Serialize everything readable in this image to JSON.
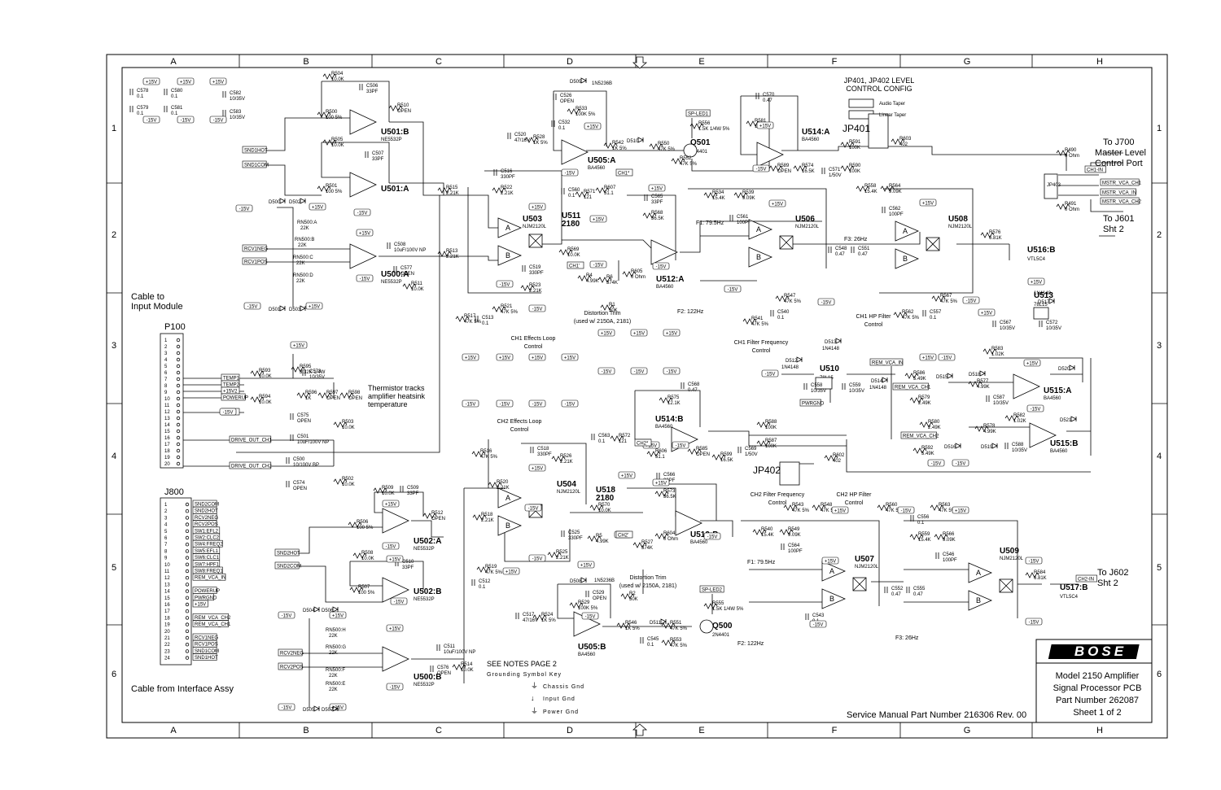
{
  "frame": {
    "columns": [
      "A",
      "B",
      "C",
      "D",
      "E",
      "F",
      "G",
      "H"
    ],
    "rows": [
      "1",
      "2",
      "3",
      "4",
      "5",
      "6"
    ]
  },
  "title_block": {
    "logo": "BOSE",
    "line1": "Model 2150 Amplifier",
    "line2": "Signal Processor PCB",
    "line3": "Part Number 262087",
    "line4": "Sheet 1 of 2",
    "service_manual": "Service Manual Part Number 216306 Rev. 00"
  },
  "notes": {
    "see_notes": "SEE NOTES PAGE 2",
    "ground_key": "Grounding Symbol Key",
    "chassis": "Chassis Gnd",
    "input": "Input Gnd",
    "power": "Power Gnd"
  },
  "connectors": {
    "p100": "P100",
    "j800": "J800",
    "cable_input": [
      "Cable to",
      "Input Module"
    ],
    "cable_interface": "Cable from Interface Assy",
    "to_j700": [
      "To J700",
      "Master Level",
      "Control Port"
    ],
    "to_j601": [
      "To J601",
      "Sht 2"
    ],
    "to_j602": [
      "To J602",
      "Sht 2"
    ],
    "thermistor": [
      "Thermistor tracks",
      "amplifier heatsink",
      "temperature"
    ],
    "jp_config": [
      "JP401, JP402 LEVEL",
      "CONTROL CONFIG"
    ],
    "audio_taper": "Audio Taper",
    "linear_taper": "Linear Taper",
    "jp401": "JP401",
    "jp402": "JP402",
    "jp403": "JP403"
  },
  "p100_pins": [
    "1",
    "2",
    "3",
    "4",
    "5",
    "6",
    "7",
    "8",
    "9",
    "10",
    "11",
    "12",
    "13",
    "14",
    "15",
    "16",
    "17",
    "18",
    "19",
    "20"
  ],
  "j800_pins": [
    "1",
    "2",
    "3",
    "4",
    "5",
    "6",
    "7",
    "8",
    "9",
    "10",
    "11",
    "12",
    "13",
    "14",
    "15",
    "16",
    "17",
    "18",
    "19",
    "20",
    "21",
    "22",
    "23",
    "24"
  ],
  "p100_nets": [
    "TEMP1",
    "TEMP2",
    "+15V2",
    "POWERUP",
    "-15V2",
    "DRIVE_OUT_CH1",
    "DRIVE_OUT_CH2"
  ],
  "j800_nets": [
    "SND2COM",
    "SND2HOT",
    "RCV2NEG",
    "RCV2POS",
    "SW1:EFL2",
    "SW2:CLC2",
    "SW4:FREQ2",
    "SW5:EFL1",
    "SW6:CLC1",
    "SW7:HPF1",
    "SW8:FREQ1",
    "REM_VCA_IN",
    "POWERUP",
    "PWRGND",
    "+15V",
    "REM_VCA_CH2",
    "REM_VCA_CH1",
    "RCV1NEG",
    "RCV1POS",
    "SND1COM",
    "SND1HOT"
  ],
  "opamps": [
    {
      "ref": "U501:B",
      "part": "NE5532P"
    },
    {
      "ref": "U501:A",
      "part": ""
    },
    {
      "ref": "U500:A",
      "part": "NE5532P"
    },
    {
      "ref": "U502:A",
      "part": "NE5532P"
    },
    {
      "ref": "U502:B",
      "part": "NE5532P"
    },
    {
      "ref": "U500:B",
      "part": "NE5532P"
    },
    {
      "ref": "U505:A",
      "part": "BA4560"
    },
    {
      "ref": "U505:B",
      "part": "BA4560"
    },
    {
      "ref": "U512:A",
      "part": "BA4560"
    },
    {
      "ref": "U512:B",
      "part": "BA4560"
    },
    {
      "ref": "U514:A",
      "part": "BA4560"
    },
    {
      "ref": "U514:B",
      "part": "BA4560"
    },
    {
      "ref": "U515:A",
      "part": "BA4560"
    },
    {
      "ref": "U515:B",
      "part": "BA4560"
    }
  ],
  "vca": [
    {
      "ref": "U503",
      "part": "NJM2120L"
    },
    {
      "ref": "U504",
      "part": "NJM2120L"
    },
    {
      "ref": "U506",
      "part": "NJM2120L"
    },
    {
      "ref": "U507",
      "part": "NJM2120L"
    },
    {
      "ref": "U508",
      "part": "NJM2120L"
    },
    {
      "ref": "U509",
      "part": "NJM2120L"
    }
  ],
  "misc_ics": [
    {
      "ref": "U511",
      "part": "2180"
    },
    {
      "ref": "U518",
      "part": "2180"
    },
    {
      "ref": "U510",
      "part": "78L15"
    },
    {
      "ref": "U513",
      "part": "78L15"
    },
    {
      "ref": "U516:B",
      "part": "VTL5C4"
    },
    {
      "ref": "U517:B",
      "part": "VTL5C4"
    },
    {
      "ref": "Q501",
      "part": "2N4401"
    },
    {
      "ref": "Q500",
      "part": "2N4401"
    }
  ],
  "section_labels": {
    "ch1_loop": [
      "CH1 Effects Loop",
      "Control"
    ],
    "ch2_loop": [
      "CH2 Effects Loop",
      "Control"
    ],
    "ch1_filter": [
      "CH1 Filter Frequency",
      "Control"
    ],
    "ch2_filter": [
      "CH2 Filter Frequency",
      "Control"
    ],
    "ch1_hp": [
      "CH1 HP Filter",
      "Control"
    ],
    "ch2_hp": [
      "CH2 HP Filter",
      "Control"
    ],
    "dist1": [
      "Distortion Trim",
      "(used w/ 2150A, 2181)"
    ],
    "dist2": [
      "Distortion Trim",
      "(used w/ 2150A, 2181)"
    ],
    "f1_a": "F1: 79.5Hz",
    "f2_a": "F2: 122Hz",
    "f3_a": "F3: 26Hz",
    "f1_b": "F1: 79.5Hz",
    "f2_b": "F2: 122Hz",
    "f3_b": "F3: 26Hz"
  },
  "components": [
    {
      "ref": "R504",
      "val": "10.0K"
    },
    {
      "ref": "C506",
      "val": "33PF"
    },
    {
      "ref": "R500",
      "val": "100 5%"
    },
    {
      "ref": "R510",
      "val": "OPEN"
    },
    {
      "ref": "R505",
      "val": "10.0K"
    },
    {
      "ref": "C507",
      "val": "33PF"
    },
    {
      "ref": "R501",
      "val": "100 5%"
    },
    {
      "ref": "R515",
      "val": "2.21K"
    },
    {
      "ref": "R513",
      "val": "2.21K"
    },
    {
      "ref": "C508",
      "val": "10uF/100V NP"
    },
    {
      "ref": "C577",
      "val": "OPEN"
    },
    {
      "ref": "R511",
      "val": "10.0K"
    },
    {
      "ref": "C516",
      "val": "330PF"
    },
    {
      "ref": "R522",
      "val": "2.21K"
    },
    {
      "ref": "C519",
      "val": "330PF"
    },
    {
      "ref": "R523",
      "val": "2.21K"
    },
    {
      "ref": "R521",
      "val": "47K 5%"
    },
    {
      "ref": "R517",
      "val": "47K 5%"
    },
    {
      "ref": "C513",
      "val": "0.1"
    },
    {
      "ref": "R528",
      "val": "1K 5%"
    },
    {
      "ref": "C520",
      "val": "47/16V"
    },
    {
      "ref": "R533",
      "val": "100K 5%"
    },
    {
      "ref": "C526",
      "val": "OPEN"
    },
    {
      "ref": "C532",
      "val": "0.1"
    },
    {
      "ref": "R542",
      "val": "1K 5%"
    },
    {
      "ref": "R550",
      "val": "47K 5%"
    },
    {
      "ref": "R552",
      "val": "47K 5%"
    },
    {
      "ref": "R556",
      "val": "1.5K 1/4W 5%"
    },
    {
      "ref": "C560",
      "val": "0.1"
    },
    {
      "ref": "R571",
      "val": "121"
    },
    {
      "ref": "R607",
      "val": "51.1"
    },
    {
      "ref": "R569",
      "val": "10.0K"
    },
    {
      "ref": "R4",
      "val": "4.99K"
    },
    {
      "ref": "R6",
      "val": "374K"
    },
    {
      "ref": "R1",
      "val": "50K"
    },
    {
      "ref": "C565",
      "val": "33PF"
    },
    {
      "ref": "R568",
      "val": "36.5K"
    },
    {
      "ref": "R605",
      "val": "0 Ohm"
    },
    {
      "ref": "R534",
      "val": "15.4K"
    },
    {
      "ref": "R539",
      "val": "9.09K"
    },
    {
      "ref": "C561",
      "val": "100PF"
    },
    {
      "ref": "R547",
      "val": "47K 5%"
    },
    {
      "ref": "R541",
      "val": "47K 5%"
    },
    {
      "ref": "C540",
      "val": "0.1"
    },
    {
      "ref": "C570",
      "val": "0.47"
    },
    {
      "ref": "R581",
      "val": "12.1K"
    },
    {
      "ref": "R589",
      "val": "OPEN"
    },
    {
      "ref": "R574",
      "val": "16.5K"
    },
    {
      "ref": "C571",
      "val": "1/50V"
    },
    {
      "ref": "R591",
      "val": "100K"
    },
    {
      "ref": "R590",
      "val": "100K"
    },
    {
      "ref": "R603",
      "val": "402"
    },
    {
      "ref": "R490",
      "val": "0 Ohm"
    },
    {
      "ref": "R491",
      "val": "0 Ohm"
    },
    {
      "ref": "R558",
      "val": "15.4K"
    },
    {
      "ref": "R564",
      "val": "9.09K"
    },
    {
      "ref": "C562",
      "val": "100PF"
    },
    {
      "ref": "R576",
      "val": "6.81K"
    },
    {
      "ref": "R567",
      "val": "47K 5%"
    },
    {
      "ref": "R562",
      "val": "47K 5%"
    },
    {
      "ref": "C557",
      "val": "0.1"
    },
    {
      "ref": "C548",
      "val": "0.47"
    },
    {
      "ref": "C551",
      "val": "0.47"
    },
    {
      "ref": "R583",
      "val": "1.02K"
    },
    {
      "ref": "R586",
      "val": "5.49K"
    },
    {
      "ref": "R577",
      "val": "4.99K"
    },
    {
      "ref": "R579",
      "val": "2.49K"
    },
    {
      "ref": "R580",
      "val": "2.49K"
    },
    {
      "ref": "R578",
      "val": "4.99K"
    },
    {
      "ref": "R582",
      "val": "1.02K"
    },
    {
      "ref": "R592",
      "val": "5.49K"
    },
    {
      "ref": "C587",
      "val": "10/35V"
    },
    {
      "ref": "C588",
      "val": "10/35V"
    },
    {
      "ref": "C567",
      "val": "10/35V"
    },
    {
      "ref": "C572",
      "val": "10/35V"
    },
    {
      "ref": "C558",
      "val": "10/35V"
    },
    {
      "ref": "C559",
      "val": "10/35V"
    },
    {
      "ref": "R575",
      "val": "12.1K"
    },
    {
      "ref": "C568",
      "val": "0.47"
    },
    {
      "ref": "R588",
      "val": "100K"
    },
    {
      "ref": "R587",
      "val": "100K"
    },
    {
      "ref": "R585",
      "val": "OPEN"
    },
    {
      "ref": "R599",
      "val": "16.5K"
    },
    {
      "ref": "C569",
      "val": "1/50V"
    },
    {
      "ref": "R602",
      "val": "402"
    },
    {
      "ref": "C563",
      "val": "0.1"
    },
    {
      "ref": "R572",
      "val": "121"
    },
    {
      "ref": "R606",
      "val": "51.1"
    },
    {
      "ref": "R595",
      "val": "3.32K 1/4W"
    },
    {
      "ref": "C573",
      "val": "10/35V"
    },
    {
      "ref": "R593",
      "val": "10.0K"
    },
    {
      "ref": "R594",
      "val": "10.0K"
    },
    {
      "ref": "R596",
      "val": "1K"
    },
    {
      "ref": "R597",
      "val": "OPEN"
    },
    {
      "ref": "R598",
      "val": "OPEN"
    },
    {
      "ref": "C575",
      "val": "OPEN"
    },
    {
      "ref": "C501",
      "val": "10uF/100V NP"
    },
    {
      "ref": "R503",
      "val": "10.0K"
    },
    {
      "ref": "C500",
      "val": "10/100V BP"
    },
    {
      "ref": "C574",
      "val": "OPEN"
    },
    {
      "ref": "R502",
      "val": "10.0K"
    },
    {
      "ref": "R509",
      "val": "10.0K"
    },
    {
      "ref": "C509",
      "val": "33PF"
    },
    {
      "ref": "R506",
      "val": "100 5%"
    },
    {
      "ref": "R512",
      "val": "OPEN"
    },
    {
      "ref": "R508",
      "val": "10.0K"
    },
    {
      "ref": "C510",
      "val": "33PF"
    },
    {
      "ref": "R507",
      "val": "100 5%"
    },
    {
      "ref": "R520",
      "val": "2.21K"
    },
    {
      "ref": "R518",
      "val": "2.21K"
    },
    {
      "ref": "C518",
      "val": "330PF"
    },
    {
      "ref": "R526",
      "val": "2.21K"
    },
    {
      "ref": "C525",
      "val": "330PF"
    },
    {
      "ref": "R525",
      "val": "2.21K"
    },
    {
      "ref": "R516",
      "val": "47K 5%"
    },
    {
      "ref": "R519",
      "val": "47K 5%"
    },
    {
      "ref": "C512",
      "val": "0.1"
    },
    {
      "ref": "R570",
      "val": "10.0K"
    },
    {
      "ref": "R5",
      "val": "4.99K"
    },
    {
      "ref": "R527",
      "val": "374K"
    },
    {
      "ref": "R2",
      "val": "50K"
    },
    {
      "ref": "C566",
      "val": "33PF"
    },
    {
      "ref": "R573",
      "val": "36.5K"
    },
    {
      "ref": "R604",
      "val": "0 Ohm"
    },
    {
      "ref": "R529",
      "val": "100K 5%"
    },
    {
      "ref": "C529",
      "val": "OPEN"
    },
    {
      "ref": "C517",
      "val": "47/16V"
    },
    {
      "ref": "R524",
      "val": "1K 5%"
    },
    {
      "ref": "R546",
      "val": "1K 5%"
    },
    {
      "ref": "R551",
      "val": "47K 5%"
    },
    {
      "ref": "R553",
      "val": "47K 5%"
    },
    {
      "ref": "R555",
      "val": "1.5K 1/4W 5%"
    },
    {
      "ref": "C545",
      "val": "0.1"
    },
    {
      "ref": "R540",
      "val": "15.4K"
    },
    {
      "ref": "R549",
      "val": "9.09K"
    },
    {
      "ref": "C564",
      "val": "100PF"
    },
    {
      "ref": "R543",
      "val": "47K 5%"
    },
    {
      "ref": "R548",
      "val": "47K 5%"
    },
    {
      "ref": "R560",
      "val": "47K 5%"
    },
    {
      "ref": "R563",
      "val": "47K 5%"
    },
    {
      "ref": "C556",
      "val": "0.1"
    },
    {
      "ref": "R559",
      "val": "15.4K"
    },
    {
      "ref": "R566",
      "val": "9.09K"
    },
    {
      "ref": "C546",
      "val": "100PF"
    },
    {
      "ref": "R584",
      "val": "6.81K"
    },
    {
      "ref": "C552",
      "val": "0.47"
    },
    {
      "ref": "C555",
      "val": "0.47"
    },
    {
      "ref": "C543",
      "val": "0.1"
    },
    {
      "ref": "C511",
      "val": "10uF/100V NP"
    },
    {
      "ref": "C576",
      "val": "OPEN"
    },
    {
      "ref": "R514",
      "val": "10.0K"
    },
    {
      "ref": "C578",
      "val": "0.1"
    },
    {
      "ref": "C579",
      "val": "0.1"
    },
    {
      "ref": "C580",
      "val": "0.1"
    },
    {
      "ref": "C581",
      "val": "0.1"
    },
    {
      "ref": "C582",
      "val": "10/35V"
    },
    {
      "ref": "C583",
      "val": "10/35V"
    }
  ],
  "rails": {
    "pos": "+15V",
    "neg": "-15V"
  },
  "diodes": [
    "D500",
    "D501",
    "D502",
    "D503",
    "D504",
    "D505",
    "D506",
    "D507",
    "D508",
    "D509",
    "D510",
    "D511",
    "D512",
    "D513",
    "D514",
    "D515",
    "D516",
    "D517",
    "D518",
    "D519",
    "D520",
    "D521"
  ],
  "diode_parts": {
    "zener": "1N5236B",
    "signal": "1N4148"
  },
  "resistor_networks": [
    "RN500:A",
    "RN500:B",
    "RN500:C",
    "RN500:D",
    "RN500:E",
    "RN500:F",
    "RN500:G",
    "RN500:H"
  ],
  "net_tags": [
    "SND1HOT",
    "SND1COM",
    "RCV1NEG",
    "RCV1POS",
    "SND2HOT",
    "SND2COM",
    "RCV2NEG",
    "RCV2POS",
    "CH1*",
    "CH1'",
    "CH2*",
    "CH2'",
    "SP-LED1",
    "SP-LED2",
    "CH1-IN",
    "CH2-IN",
    "MSTR_VCA_CH1",
    "MSTR_VCA_IN",
    "MSTR_VCA_CH2",
    "REM_VCA_IN",
    "REM_VCA_CH1",
    "REM_VCA_CH2",
    "PWRGND"
  ]
}
